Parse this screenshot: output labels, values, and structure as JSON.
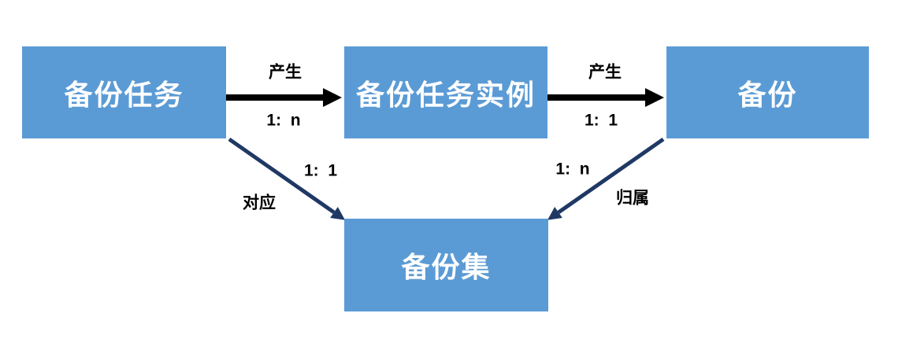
{
  "diagram": {
    "title": "backup-entity-relationship-diagram",
    "entities": [
      {
        "id": "backup-task",
        "label": "备份任务"
      },
      {
        "id": "backup-task-instance",
        "label": "备份任务实例"
      },
      {
        "id": "backup",
        "label": "备份"
      },
      {
        "id": "backup-set",
        "label": "备份集"
      }
    ],
    "relations": [
      {
        "id": "task-to-instance",
        "from": "备份任务",
        "to": "备份任务实例",
        "label": "产生",
        "cardinality": "1:  n"
      },
      {
        "id": "instance-to-backup",
        "from": "备份任务实例",
        "to": "备份",
        "label": "产生",
        "cardinality": "1:  1"
      },
      {
        "id": "task-to-set",
        "from": "备份任务",
        "to": "备份集",
        "label": "对应",
        "cardinality": "1:  1"
      },
      {
        "id": "backup-to-set",
        "from": "备份",
        "to": "备份集",
        "label": "归属",
        "cardinality": "1:  n"
      }
    ],
    "colors": {
      "entity_fill": "#5b9bd5",
      "entity_text": "#ffffff",
      "horizontal_arrow": "#000000",
      "diagonal_arrow": "#1f3864",
      "label_text": "#000000",
      "background": "#ffffff"
    }
  }
}
